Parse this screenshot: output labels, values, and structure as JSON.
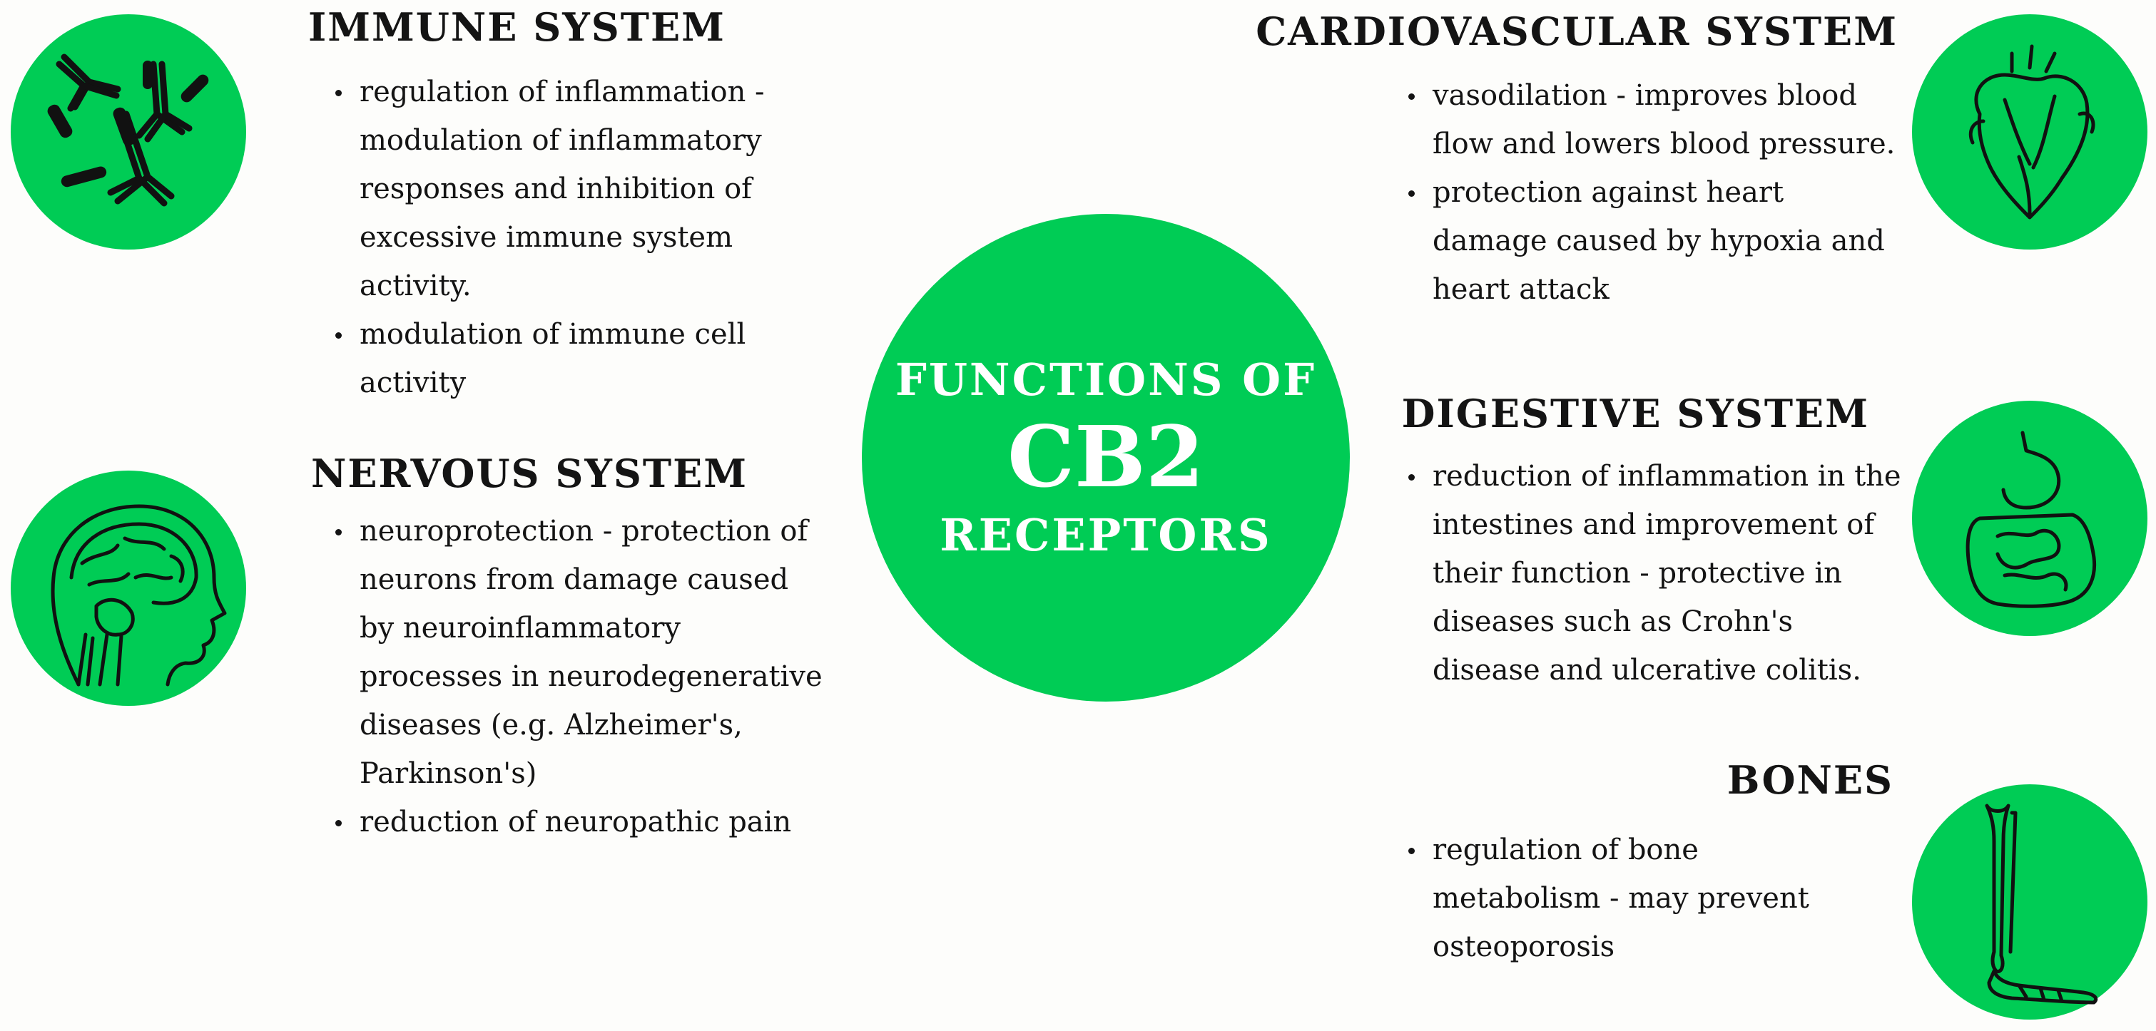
{
  "center": {
    "line1": "FUNCTIONS OF",
    "line2": "CB2",
    "line3": "RECEPTORS"
  },
  "colors": {
    "accent": "#00cc55",
    "text": "#141414",
    "background": "#fdfdfb"
  },
  "sections": {
    "immune": {
      "title": "IMMUNE SYSTEM",
      "icon": "antibodies-icon",
      "items": [
        "regulation of inflammation - modulation of inflammatory responses and inhibition of excessive immune system activity.",
        "modulation of immune cell activity"
      ]
    },
    "nervous": {
      "title": "NERVOUS SYSTEM",
      "icon": "brain-head-icon",
      "items": [
        "neuroprotection - protection of neurons from damage caused by neuroinflammatory processes in neurodegenerative diseases (e.g. Alzheimer's, Parkinson's)",
        "reduction of neuropathic pain"
      ]
    },
    "cardio": {
      "title": "CARDIOVASCULAR SYSTEM",
      "icon": "heart-icon",
      "items": [
        "vasodilation - improves blood flow and lowers blood pressure.",
        "protection against heart damage caused by hypoxia and heart attack"
      ]
    },
    "digestive": {
      "title": "DIGESTIVE SYSTEM",
      "icon": "digestive-tract-icon",
      "items": [
        "reduction of inflammation in the intestines and improvement of their function - protective in diseases such as Crohn's disease and ulcerative colitis."
      ]
    },
    "bones": {
      "title": "BONES",
      "icon": "leg-bones-icon",
      "items": [
        "regulation of bone metabolism - may prevent osteoporosis"
      ]
    }
  }
}
